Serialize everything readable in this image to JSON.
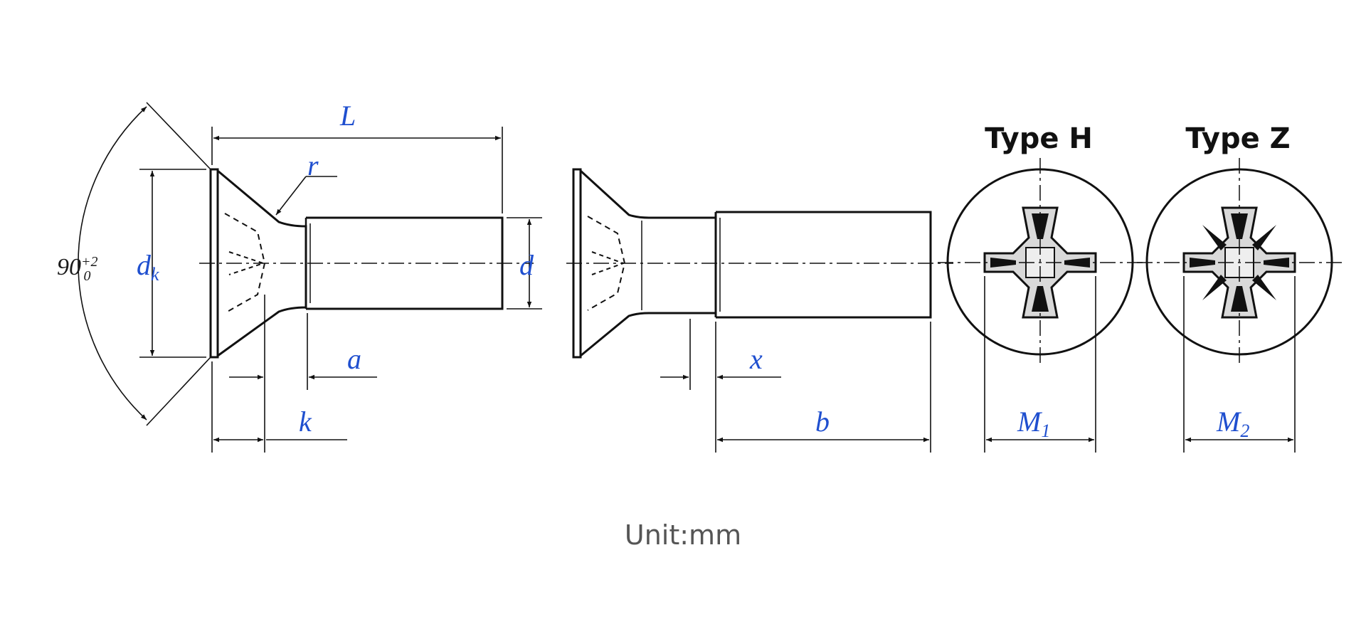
{
  "colors": {
    "dimension_text": "#1f4fcf",
    "line": "#111111",
    "unit_text": "#555555"
  },
  "labels": {
    "angle_main": "90",
    "angle_tol_upper": "+2",
    "angle_tol_lower": "0",
    "L": "L",
    "r": "r",
    "dk_main": "d",
    "dk_sub": "k",
    "d": "d",
    "a": "a",
    "k": "k",
    "x": "x",
    "b": "b",
    "M1_main": "M",
    "M1_sub": "1",
    "M2_main": "M",
    "M2_sub": "2"
  },
  "types": {
    "h": "Type H",
    "z": "Type Z"
  },
  "unit": "Unit:mm"
}
